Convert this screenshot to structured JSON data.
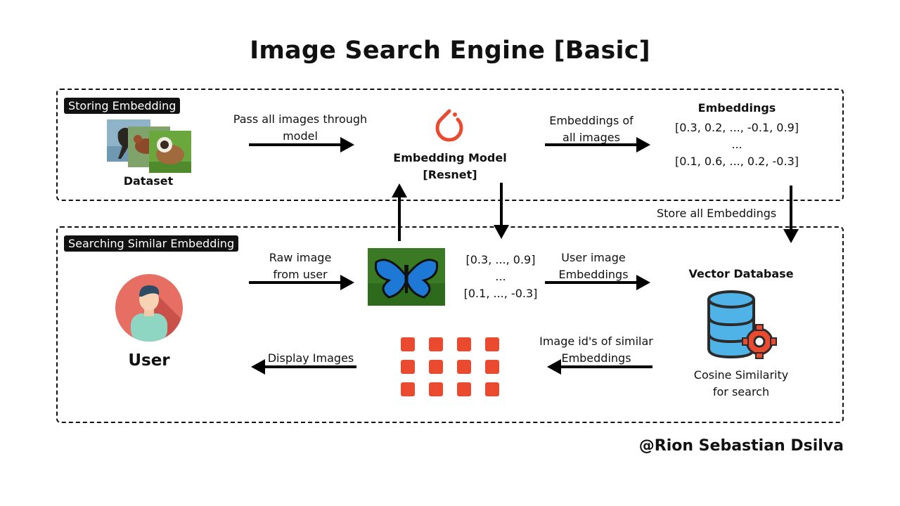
{
  "title": "Image Search Engine [Basic]",
  "storing": {
    "tag": "Storing Embedding",
    "dataset_label": "Dataset",
    "pass_label": [
      "Pass all images through",
      "model"
    ],
    "model_label": [
      "Embedding Model",
      "[Resnet]"
    ],
    "emb_all_label": [
      "Embeddings of",
      "all images"
    ],
    "embeddings_title": "Embeddings",
    "embeddings_rows": [
      "[0.3, 0.2, ..., -0.1, 0.9]",
      "...",
      "[0.1, 0.6, ..., 0.2, -0.3]"
    ]
  },
  "store_label": "Store all Embeddings",
  "searching": {
    "tag": "Searching Similar Embedding",
    "user_label": "User",
    "raw_label": [
      "Raw image",
      "from user"
    ],
    "query_embedding_rows": [
      "[0.3, ..., 0.9]",
      "...",
      "[0.1, ..., -0.3]"
    ],
    "user_emb_label": [
      "User image",
      "Embeddings"
    ],
    "vector_db_label": "Vector Database",
    "cosine_label": [
      "Cosine Similarity",
      "for search"
    ],
    "similar_label": [
      "Image id's of similar",
      "Embeddings"
    ],
    "display_label": "Display Images"
  },
  "credit": "@Rion Sebastian Dsilva",
  "colors": {
    "accent_orange": "#ea4a30",
    "db_blue": "#4fb3e8",
    "db_dark": "#2b2b2b",
    "user_circle": "#e66e63",
    "text": "#111111"
  },
  "icons": [
    "pytorch-icon",
    "user-avatar-icon",
    "database-gear-icon",
    "image-grid-icon"
  ]
}
